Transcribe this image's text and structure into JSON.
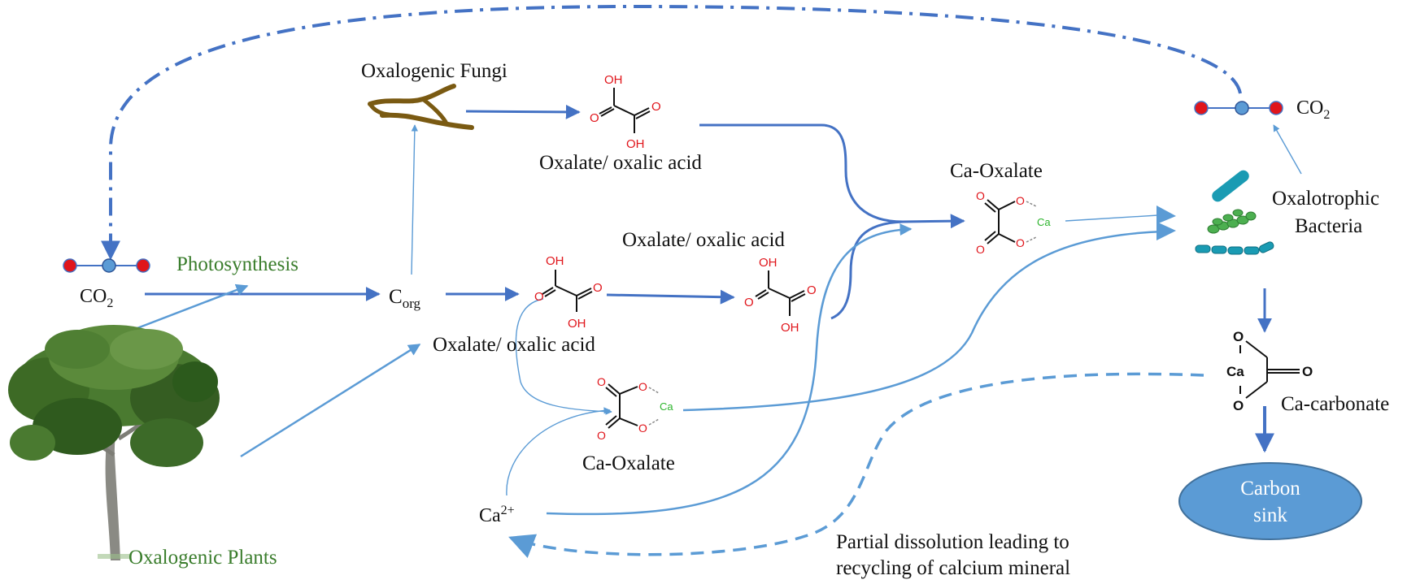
{
  "labels": {
    "oxalogenic_fungi": "Oxalogenic Fungi",
    "oxalate_fungi": "Oxalate/ oxalic acid",
    "oxalate_mid": "Oxalate/ oxalic acid",
    "oxalate_lower": "Oxalate/ oxalic acid",
    "photosynthesis": "Photosynthesis",
    "co2_left": "CO",
    "co2_left_sub": "2",
    "co2_right": "CO",
    "co2_right_sub": "2",
    "corg": "C",
    "corg_sub": "org",
    "ca_oxalate_top": "Ca-Oxalate",
    "ca_oxalate_bottom": "Ca-Oxalate",
    "oxalotrophic_1": "Oxalotrophic",
    "oxalotrophic_2": "Bacteria",
    "ca_carbonate": "Ca-carbonate",
    "carbon_sink_1": "Carbon",
    "carbon_sink_2": "sink",
    "ca2": "Ca",
    "ca2_sup": "2+",
    "oxalogenic_plants": "Oxalogenic Plants",
    "dissolution_1": "Partial dissolution leading to",
    "dissolution_2": "recycling of calcium mineral"
  },
  "chem": {
    "oh": "OH",
    "o": "O",
    "ca": "Ca"
  },
  "colors": {
    "arrow_dark": "#4472c4",
    "arrow_light": "#5b9bd5",
    "oxygen": "#e0151b",
    "calcium": "#2db52d",
    "green_label": "#3a7d2c",
    "carbon_sink_fill": "#5b9bd5",
    "fungi": "#7a5a12"
  }
}
